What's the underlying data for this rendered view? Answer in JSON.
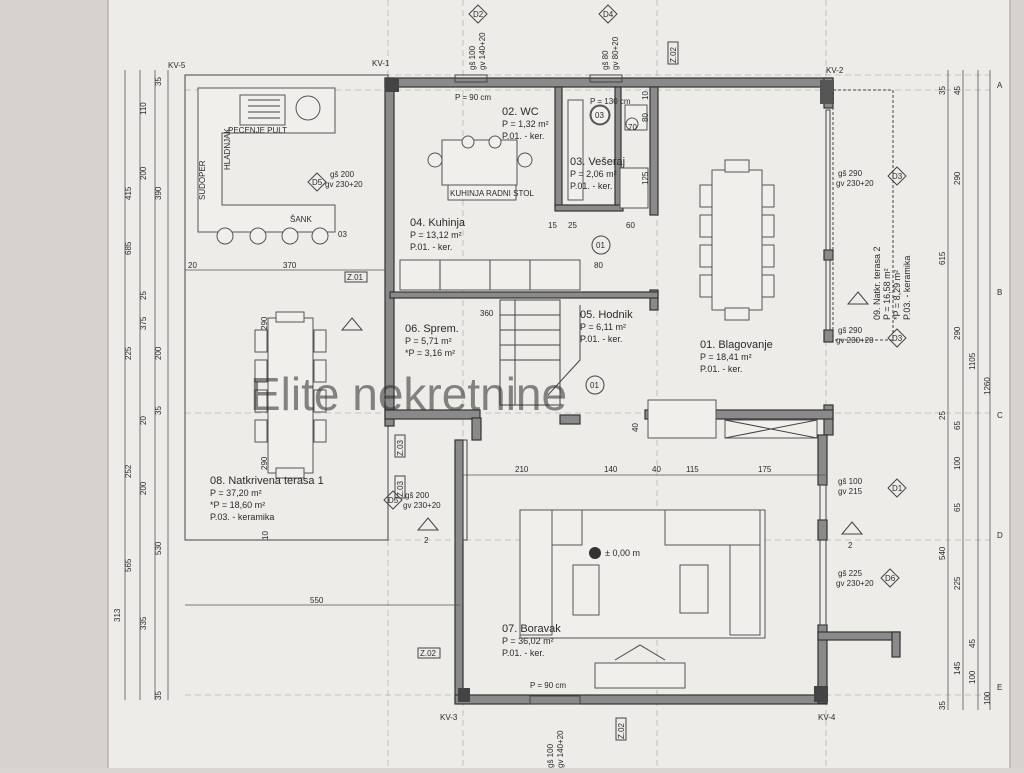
{
  "watermark": "Elite nekretnine",
  "rooms": [
    {
      "name": "01. Blagovanje",
      "area": "P = 18,41 m²",
      "floor": "P.01. - ker."
    },
    {
      "name": "02. WC",
      "area": "P = 1,32 m²",
      "floor": "P.01. - ker."
    },
    {
      "name": "03. Vešeraj",
      "area": "P = 2,06 m²",
      "floor": "P.01. - ker."
    },
    {
      "name": "04. Kuhinja",
      "area": "P = 13,12 m²",
      "floor": "P.01. - ker."
    },
    {
      "name": "05. Hodnik",
      "area": "P = 6,11 m²",
      "floor": "P.01. - ker."
    },
    {
      "name": "06. Sprem.",
      "area": "P = 5,71 m²",
      "area2": "*P = 3,16 m²"
    },
    {
      "name": "07. Boravak",
      "area": "P = 36,02 m²",
      "floor": "P.01. - ker."
    },
    {
      "name": "08. Natkrivena terasa 1",
      "area": "P = 37,20 m²",
      "area2": "*P = 18,60 m²",
      "floor": "P.03. - keramika"
    },
    {
      "name": "09. Natkr. terasa 2",
      "area": "P = 16,58 m²",
      "area2": "*P = 8,29 m²",
      "floor": "P.03. - keramika"
    }
  ],
  "markers": {
    "kv1": "KV-1",
    "kv2": "KV-2",
    "kv3": "KV-3",
    "kv4": "KV-4",
    "kv5": "KV-5"
  },
  "axes": {
    "d2": "D2",
    "d4": "D4",
    "d1": "D1",
    "d3": "D3",
    "d5": "D5",
    "d6": "D6",
    "o1": "01",
    "o3": "03"
  },
  "kitchen": {
    "pult": "PECENJE PULT",
    "hladnjak": "HLADNJAK",
    "sudoper": "SUDOPER",
    "sank": "ŠANK",
    "ploca": "KUHINJA RADNI STOL"
  },
  "doors": {
    "top1": "P = 90 cm",
    "top2": "P = 130 cm",
    "bottom": "P = 90 cm",
    "d1": "gš 200",
    "d1b": "gv 230+20",
    "d2": "gš 200",
    "d2b": "gv 230+20",
    "d3": "gš 290",
    "d3b": "gv 230+20",
    "d4": "gš 290",
    "d4b": "gv 230+20",
    "d5": "gš 100",
    "d5b": "gv 215",
    "d6": "gš 225",
    "d6b": "gv 230+20",
    "top1a": "gš 100",
    "top1b": "gv 140+20",
    "top2a": "gš 80",
    "top2b": "gv 80+20",
    "bot1a": "gš 100",
    "bot1b": "gv 140+20"
  },
  "level": "± 0,00 m",
  "dims_left": {
    "l1": "35",
    "l2": "110",
    "l3": "415",
    "l4": "200",
    "l5": "390",
    "l6": "685",
    "l7": "25",
    "l8": "375",
    "l9": "225",
    "l10": "200",
    "l11": "35",
    "l12": "20",
    "l13": "252",
    "l14": "200",
    "l15": "565",
    "l16": "530",
    "l17": "313",
    "l18": "335",
    "l19": "35"
  },
  "dims_right": {
    "r1": "35",
    "r2": "45",
    "r3": "290",
    "r4": "615",
    "r5": "290",
    "r6": "1105",
    "r7": "1260",
    "r8": "25",
    "r9": "65",
    "r10": "100",
    "r11": "65",
    "r12": "540",
    "r13": "225",
    "r14": "45",
    "r15": "145",
    "r16": "100",
    "r17": "35",
    "r18": "100"
  },
  "dims_inner": {
    "a": "20",
    "b": "370",
    "c": "550",
    "d": "210",
    "e": "140",
    "f": "40",
    "g": "115",
    "h": "175",
    "i": "360",
    "j": "290",
    "k": "290",
    "l": "15",
    "m": "25",
    "n": "60",
    "o": "80",
    "p": "10",
    "q": "40",
    "r": "125",
    "s": "80",
    "t": "10",
    "u": "70"
  },
  "axis_letters": [
    "A",
    "B",
    "C",
    "D",
    "E"
  ],
  "section_marks": {
    "s1": "2",
    "s2": "2"
  },
  "tags": {
    "z1": "Z.01",
    "z2": "Z.02",
    "z3": "Z.03",
    "z4": "Z.03",
    "z5": "Z.02"
  }
}
